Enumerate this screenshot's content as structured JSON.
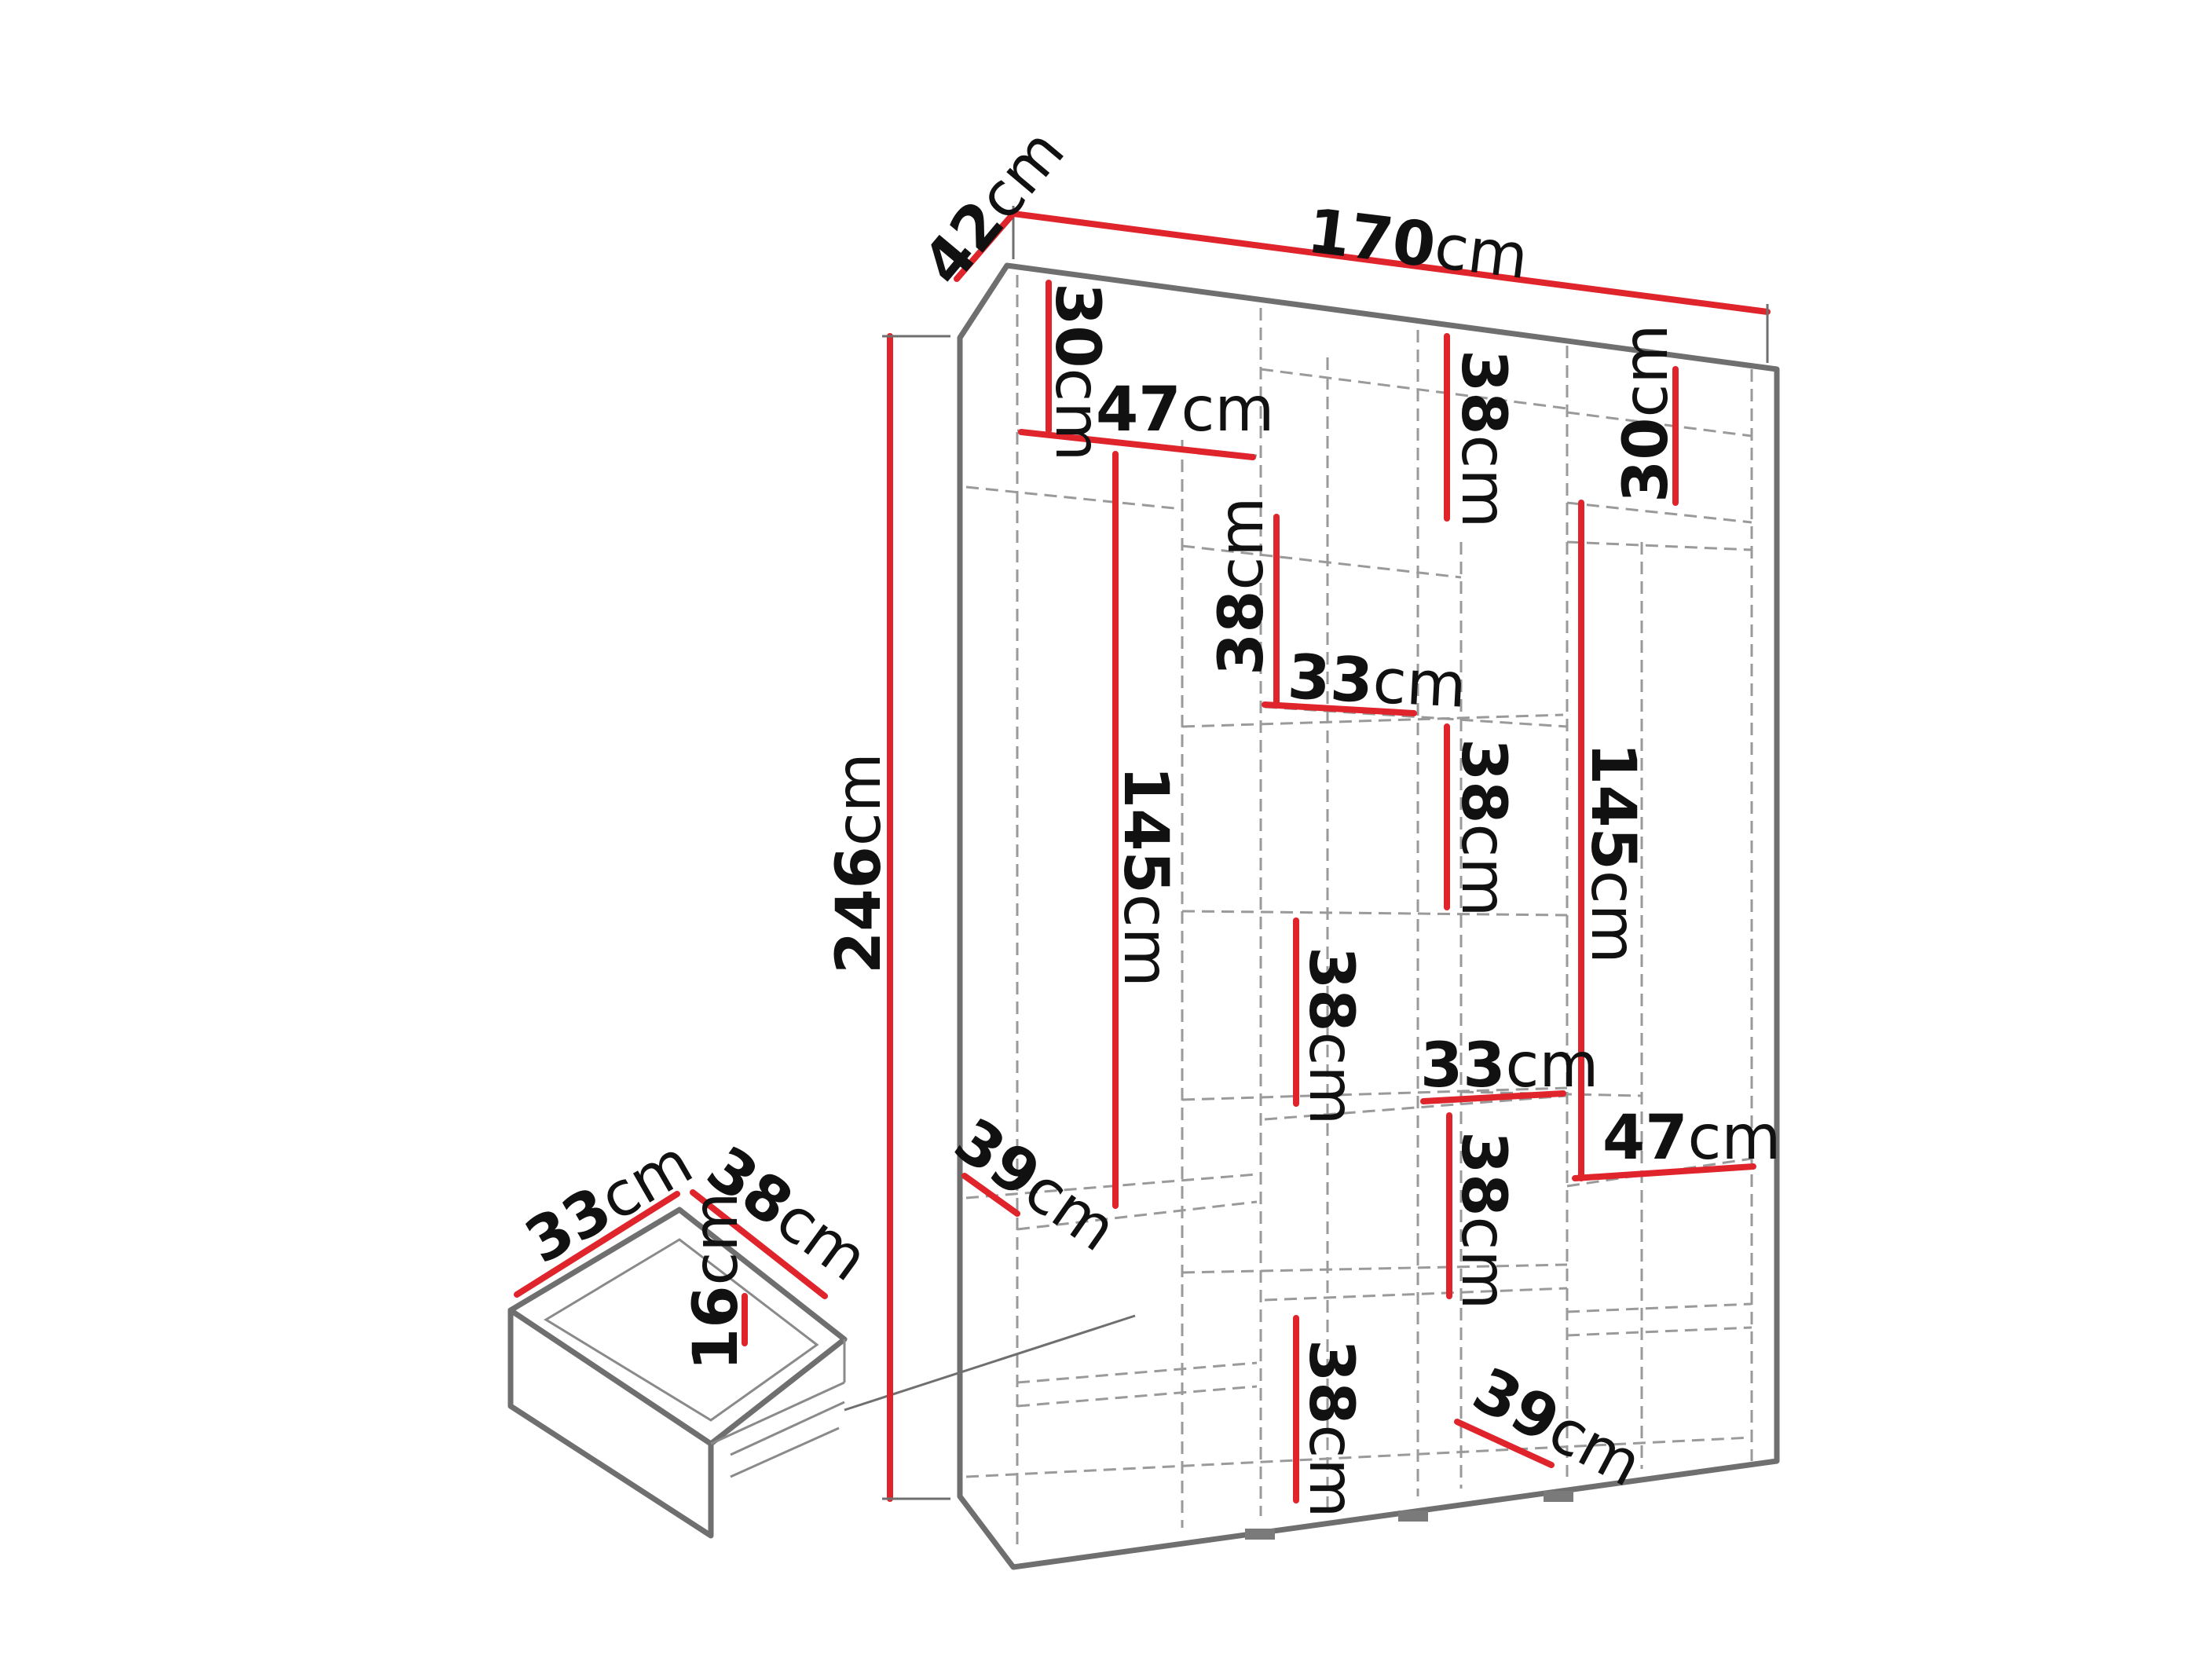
{
  "unit": "cm",
  "dimensions": {
    "width": {
      "value": "170",
      "unit": "cm"
    },
    "depth": {
      "value": "42",
      "unit": "cm"
    },
    "height": {
      "value": "246",
      "unit": "cm"
    },
    "left_top_height": {
      "value": "30",
      "unit": "cm"
    },
    "left_top_width": {
      "value": "47",
      "unit": "cm"
    },
    "left_hanging": {
      "value": "145",
      "unit": "cm"
    },
    "left_depth": {
      "value": "39",
      "unit": "cm"
    },
    "mid1_shelf_a": {
      "value": "38",
      "unit": "cm"
    },
    "mid1_width": {
      "value": "33",
      "unit": "cm"
    },
    "mid1_shelf_b": {
      "value": "38",
      "unit": "cm"
    },
    "mid1_shelf_c": {
      "value": "38",
      "unit": "cm"
    },
    "mid2_shelf_top": {
      "value": "38",
      "unit": "cm"
    },
    "mid2_shelf_a": {
      "value": "38",
      "unit": "cm"
    },
    "mid2_width": {
      "value": "33",
      "unit": "cm"
    },
    "mid2_shelf_b": {
      "value": "38",
      "unit": "cm"
    },
    "mid2_depth": {
      "value": "39",
      "unit": "cm"
    },
    "right_top_height": {
      "value": "30",
      "unit": "cm"
    },
    "right_hanging": {
      "value": "145",
      "unit": "cm"
    },
    "right_width": {
      "value": "47",
      "unit": "cm"
    },
    "drawer_width": {
      "value": "33",
      "unit": "cm"
    },
    "drawer_depth": {
      "value": "38",
      "unit": "cm"
    },
    "drawer_height": {
      "value": "16",
      "unit": "cm"
    }
  },
  "colors": {
    "dimension_line": "#e0242b",
    "outline": "#6f6f6f",
    "hidden_line": "#9a9a9a",
    "background": "#ffffff"
  }
}
